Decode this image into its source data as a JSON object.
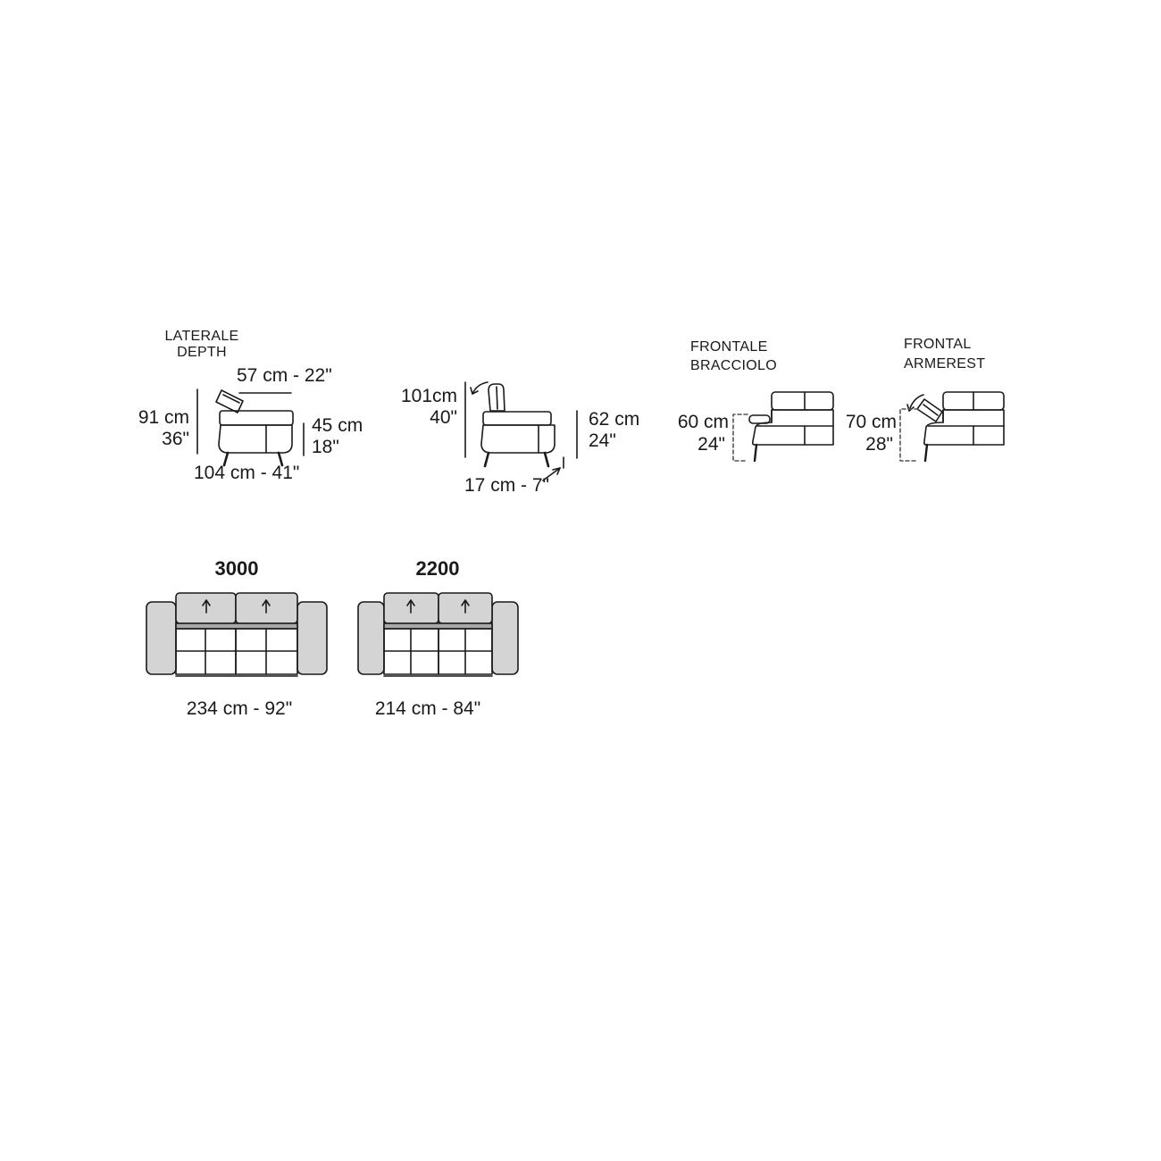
{
  "side_views": {
    "laterale": {
      "title_it": "LATERALE",
      "title_en": "DEPTH",
      "seat_depth": "57 cm - 22\"",
      "height_cm": "91 cm",
      "height_in": "36\"",
      "seat_height_cm": "45 cm",
      "seat_height_in": "18\"",
      "depth": "104 cm - 41\""
    },
    "extended": {
      "height_cm": "101cm",
      "height_in": "40\"",
      "seat_height_cm": "62 cm",
      "seat_height_in": "24\"",
      "leg_clearance": "17 cm - 7\""
    }
  },
  "front_views": {
    "bracciolo": {
      "title_line1": "FRONTALE",
      "title_line2": "BRACCIOLO",
      "height_cm": "60 cm",
      "height_in": "24\""
    },
    "armerest": {
      "title_line1": "FRONTAL",
      "title_line2": "ARMEREST",
      "height_cm": "70 cm",
      "height_in": "28\""
    }
  },
  "models": [
    {
      "name": "3000",
      "width": "234 cm - 92\""
    },
    {
      "name": "2200",
      "width": "214 cm - 84\""
    }
  ],
  "colors": {
    "line": "#1a1a1a",
    "fill_grey": "#d4d4d4",
    "dashed": "#555555"
  }
}
